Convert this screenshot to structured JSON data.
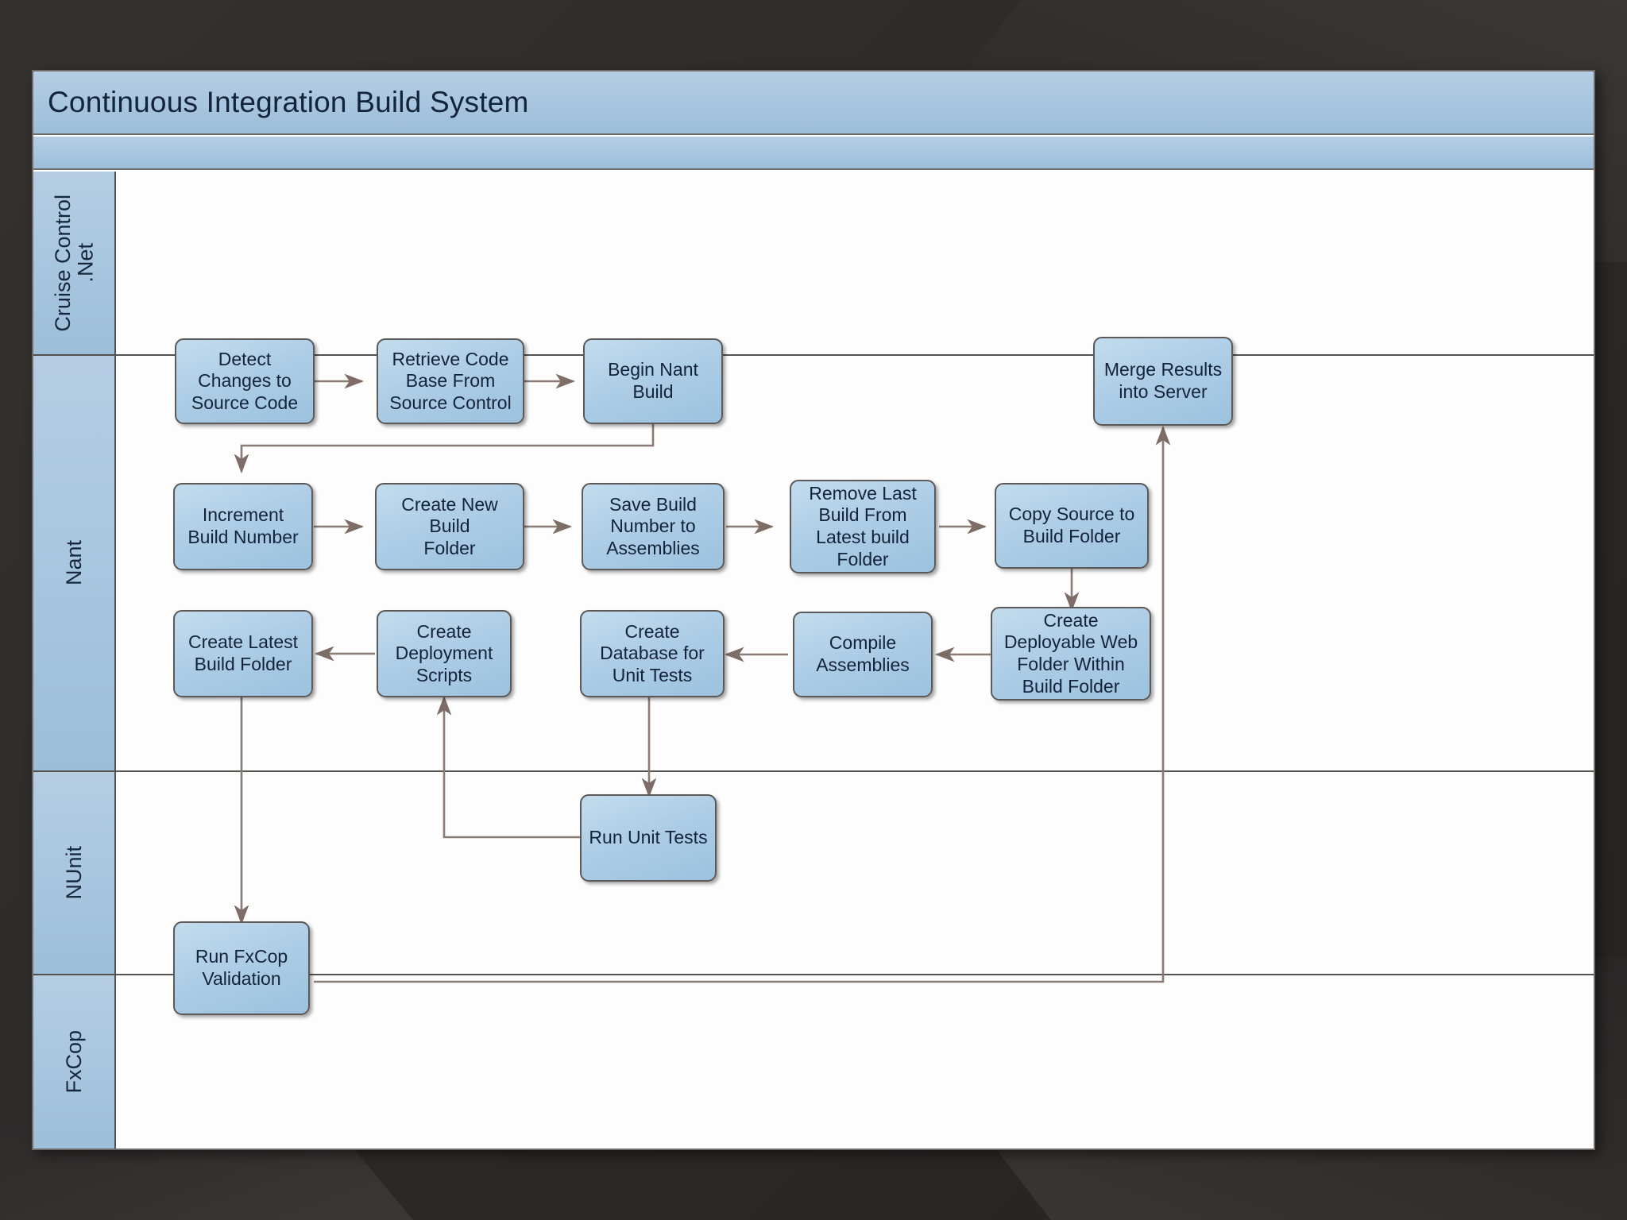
{
  "diagram": {
    "title": "Continuous Integration Build System",
    "lanes": [
      {
        "id": "lane-cruisecontrol",
        "label": "Cruise Control\n.Net"
      },
      {
        "id": "lane-nant",
        "label": "Nant"
      },
      {
        "id": "lane-nunit",
        "label": "NUnit"
      },
      {
        "id": "lane-fxcop",
        "label": "FxCop"
      }
    ],
    "nodes": [
      {
        "id": "detect-changes",
        "lane": "lane-cruisecontrol",
        "label": "Detect\nChanges to\nSource Code"
      },
      {
        "id": "retrieve-code",
        "lane": "lane-cruisecontrol",
        "label": "Retrieve Code\nBase From\nSource Control"
      },
      {
        "id": "begin-nant-build",
        "lane": "lane-cruisecontrol",
        "label": "Begin Nant\nBuild"
      },
      {
        "id": "merge-results",
        "lane": "lane-cruisecontrol",
        "label": "Merge Results\ninto Server"
      },
      {
        "id": "increment-build-number",
        "lane": "lane-nant",
        "label": "Increment\nBuild Number"
      },
      {
        "id": "create-new-build-folder",
        "lane": "lane-nant",
        "label": "Create New\nBuild\nFolder"
      },
      {
        "id": "save-build-number",
        "lane": "lane-nant",
        "label": "Save Build\nNumber to\nAssemblies"
      },
      {
        "id": "remove-last-build",
        "lane": "lane-nant",
        "label": "Remove Last\nBuild From\nLatest build\nFolder"
      },
      {
        "id": "copy-source",
        "lane": "lane-nant",
        "label": "Copy Source to\nBuild Folder"
      },
      {
        "id": "create-deployable-web",
        "lane": "lane-nant",
        "label": "Create\nDeployable Web\nFolder Within\nBuild Folder"
      },
      {
        "id": "compile-assemblies",
        "lane": "lane-nant",
        "label": "Compile\nAssemblies"
      },
      {
        "id": "create-database",
        "lane": "lane-nant",
        "label": "Create\nDatabase for\nUnit Tests"
      },
      {
        "id": "create-deployment-scripts",
        "lane": "lane-nant",
        "label": "Create\nDeployment\nScripts"
      },
      {
        "id": "create-latest-build-folder",
        "lane": "lane-nant",
        "label": "Create Latest\nBuild Folder"
      },
      {
        "id": "run-unit-tests",
        "lane": "lane-nunit",
        "label": "Run Unit Tests"
      },
      {
        "id": "run-fxcop",
        "lane": "lane-fxcop",
        "label": "Run FxCop\nValidation"
      }
    ],
    "edges": [
      {
        "from": "detect-changes",
        "to": "retrieve-code"
      },
      {
        "from": "retrieve-code",
        "to": "begin-nant-build"
      },
      {
        "from": "begin-nant-build",
        "to": "increment-build-number"
      },
      {
        "from": "increment-build-number",
        "to": "create-new-build-folder"
      },
      {
        "from": "create-new-build-folder",
        "to": "save-build-number"
      },
      {
        "from": "save-build-number",
        "to": "remove-last-build"
      },
      {
        "from": "remove-last-build",
        "to": "copy-source"
      },
      {
        "from": "copy-source",
        "to": "create-deployable-web"
      },
      {
        "from": "create-deployable-web",
        "to": "compile-assemblies"
      },
      {
        "from": "compile-assemblies",
        "to": "create-database"
      },
      {
        "from": "create-database",
        "to": "run-unit-tests"
      },
      {
        "from": "run-unit-tests",
        "to": "create-deployment-scripts"
      },
      {
        "from": "create-deployment-scripts",
        "to": "create-latest-build-folder"
      },
      {
        "from": "create-latest-build-folder",
        "to": "run-fxcop"
      },
      {
        "from": "run-fxcop",
        "to": "merge-results"
      }
    ],
    "colors": {
      "node_fill": "#aecde6",
      "node_border": "#5c5a58",
      "band_fill": "#aac7e0",
      "connector": "#8a7b74",
      "lane_border": "#54524f",
      "canvas": "#fdfdfd",
      "backdrop": "#2e2c2b",
      "text": "#13233a"
    }
  }
}
